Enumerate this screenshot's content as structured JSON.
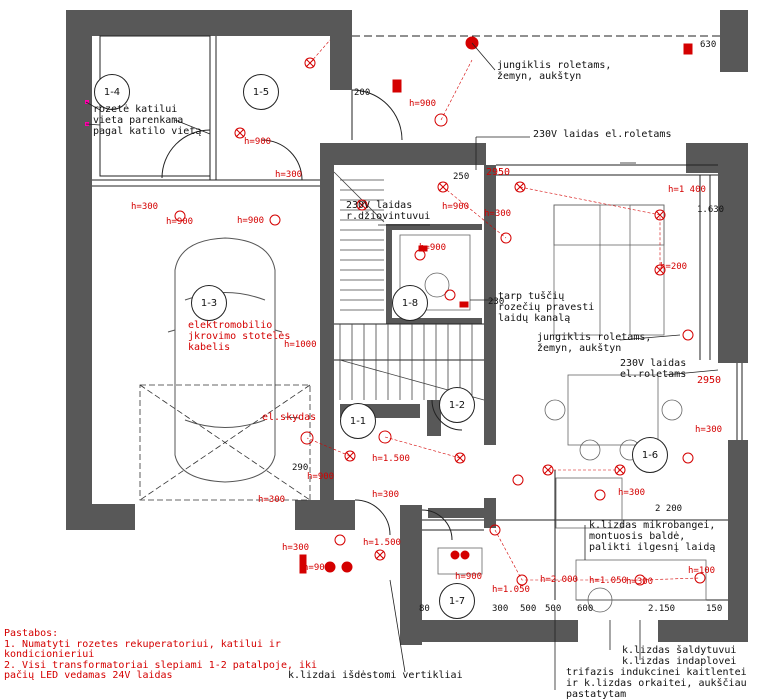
{
  "rooms": {
    "r14": "1-4",
    "r15": "1-5",
    "r13": "1-3",
    "r18": "1-8",
    "r11": "1-1",
    "r12": "1-2",
    "r16": "1-6",
    "r17": "1-7"
  },
  "annotations": {
    "boiler_socket": "rozetė katilui\nvieta parenkama\npagal katilo vietą",
    "ev_charging": "elektromobilio\njkrovimo stotelės\nkabelis",
    "el_panel": "el.skydas",
    "switch_blinds_top": "jungiklis roletams,\nžemyn, aukštyn",
    "cable_blinds_top": "230V laidas el.roletams",
    "dryer_cable": "230V laidas\nr.džiovintuvui",
    "empty_pipes": "tarp tuščių\nrozečių pravesti\nlaidų kanalą",
    "switch_blinds_mid": "jungiklis roletams,\nžemyn, aukštyn",
    "cable_blinds_right": "230V laidas\nel.roletams",
    "microwave": "k.lizdas mikrobangei,\nmontuosis baldė,\npalikti ilgesnį laidą",
    "vertical_sockets": "k.lizdai išdėstomi vertikliai",
    "fridge": "k.lizdas šaldytuvui",
    "dishwasher": "k.lizdas indaplovei",
    "oven": "trifazis indukcinei kaitlentei\nir k.lizdas orkaitei, aukščiau\npastatytam"
  },
  "dimensions": {
    "d2950_top": "2950",
    "d2950_right": "2950",
    "d1630": "1.630",
    "d1400": "h=1 400",
    "d2200": "2 200",
    "d2150": "2.150",
    "d1050a": "h=1.050",
    "d1050b": "h=1.050",
    "d2000": "h=2.000",
    "d1500a": "h=1.500",
    "d1500b": "h=1.500",
    "d1000": "h=1000",
    "d300": "300",
    "d500a": "500",
    "d500b": "500",
    "d600": "600",
    "d150": "150",
    "d80": "80",
    "d230": "230",
    "d200": "200",
    "d250": "250",
    "d290": "290",
    "d630": "630"
  },
  "heights": {
    "h300": "h=300",
    "h900": "h=900",
    "h200": "h=200",
    "h1000": "h=1000",
    "h100": "h=100"
  },
  "notes": {
    "title": "Pastabos:",
    "line1": "1. Numatyti rozetes rekuperatoriui, katilui ir",
    "line2": "kondicionieriui",
    "line3": "2. Visi transformatoriai slepiami 1-2 patalpoje, iki",
    "line4": "pačių LED vedamas 24V laidas"
  },
  "colors": {
    "wall": "#585858",
    "annotation": "#d40000",
    "line": "#222222"
  }
}
